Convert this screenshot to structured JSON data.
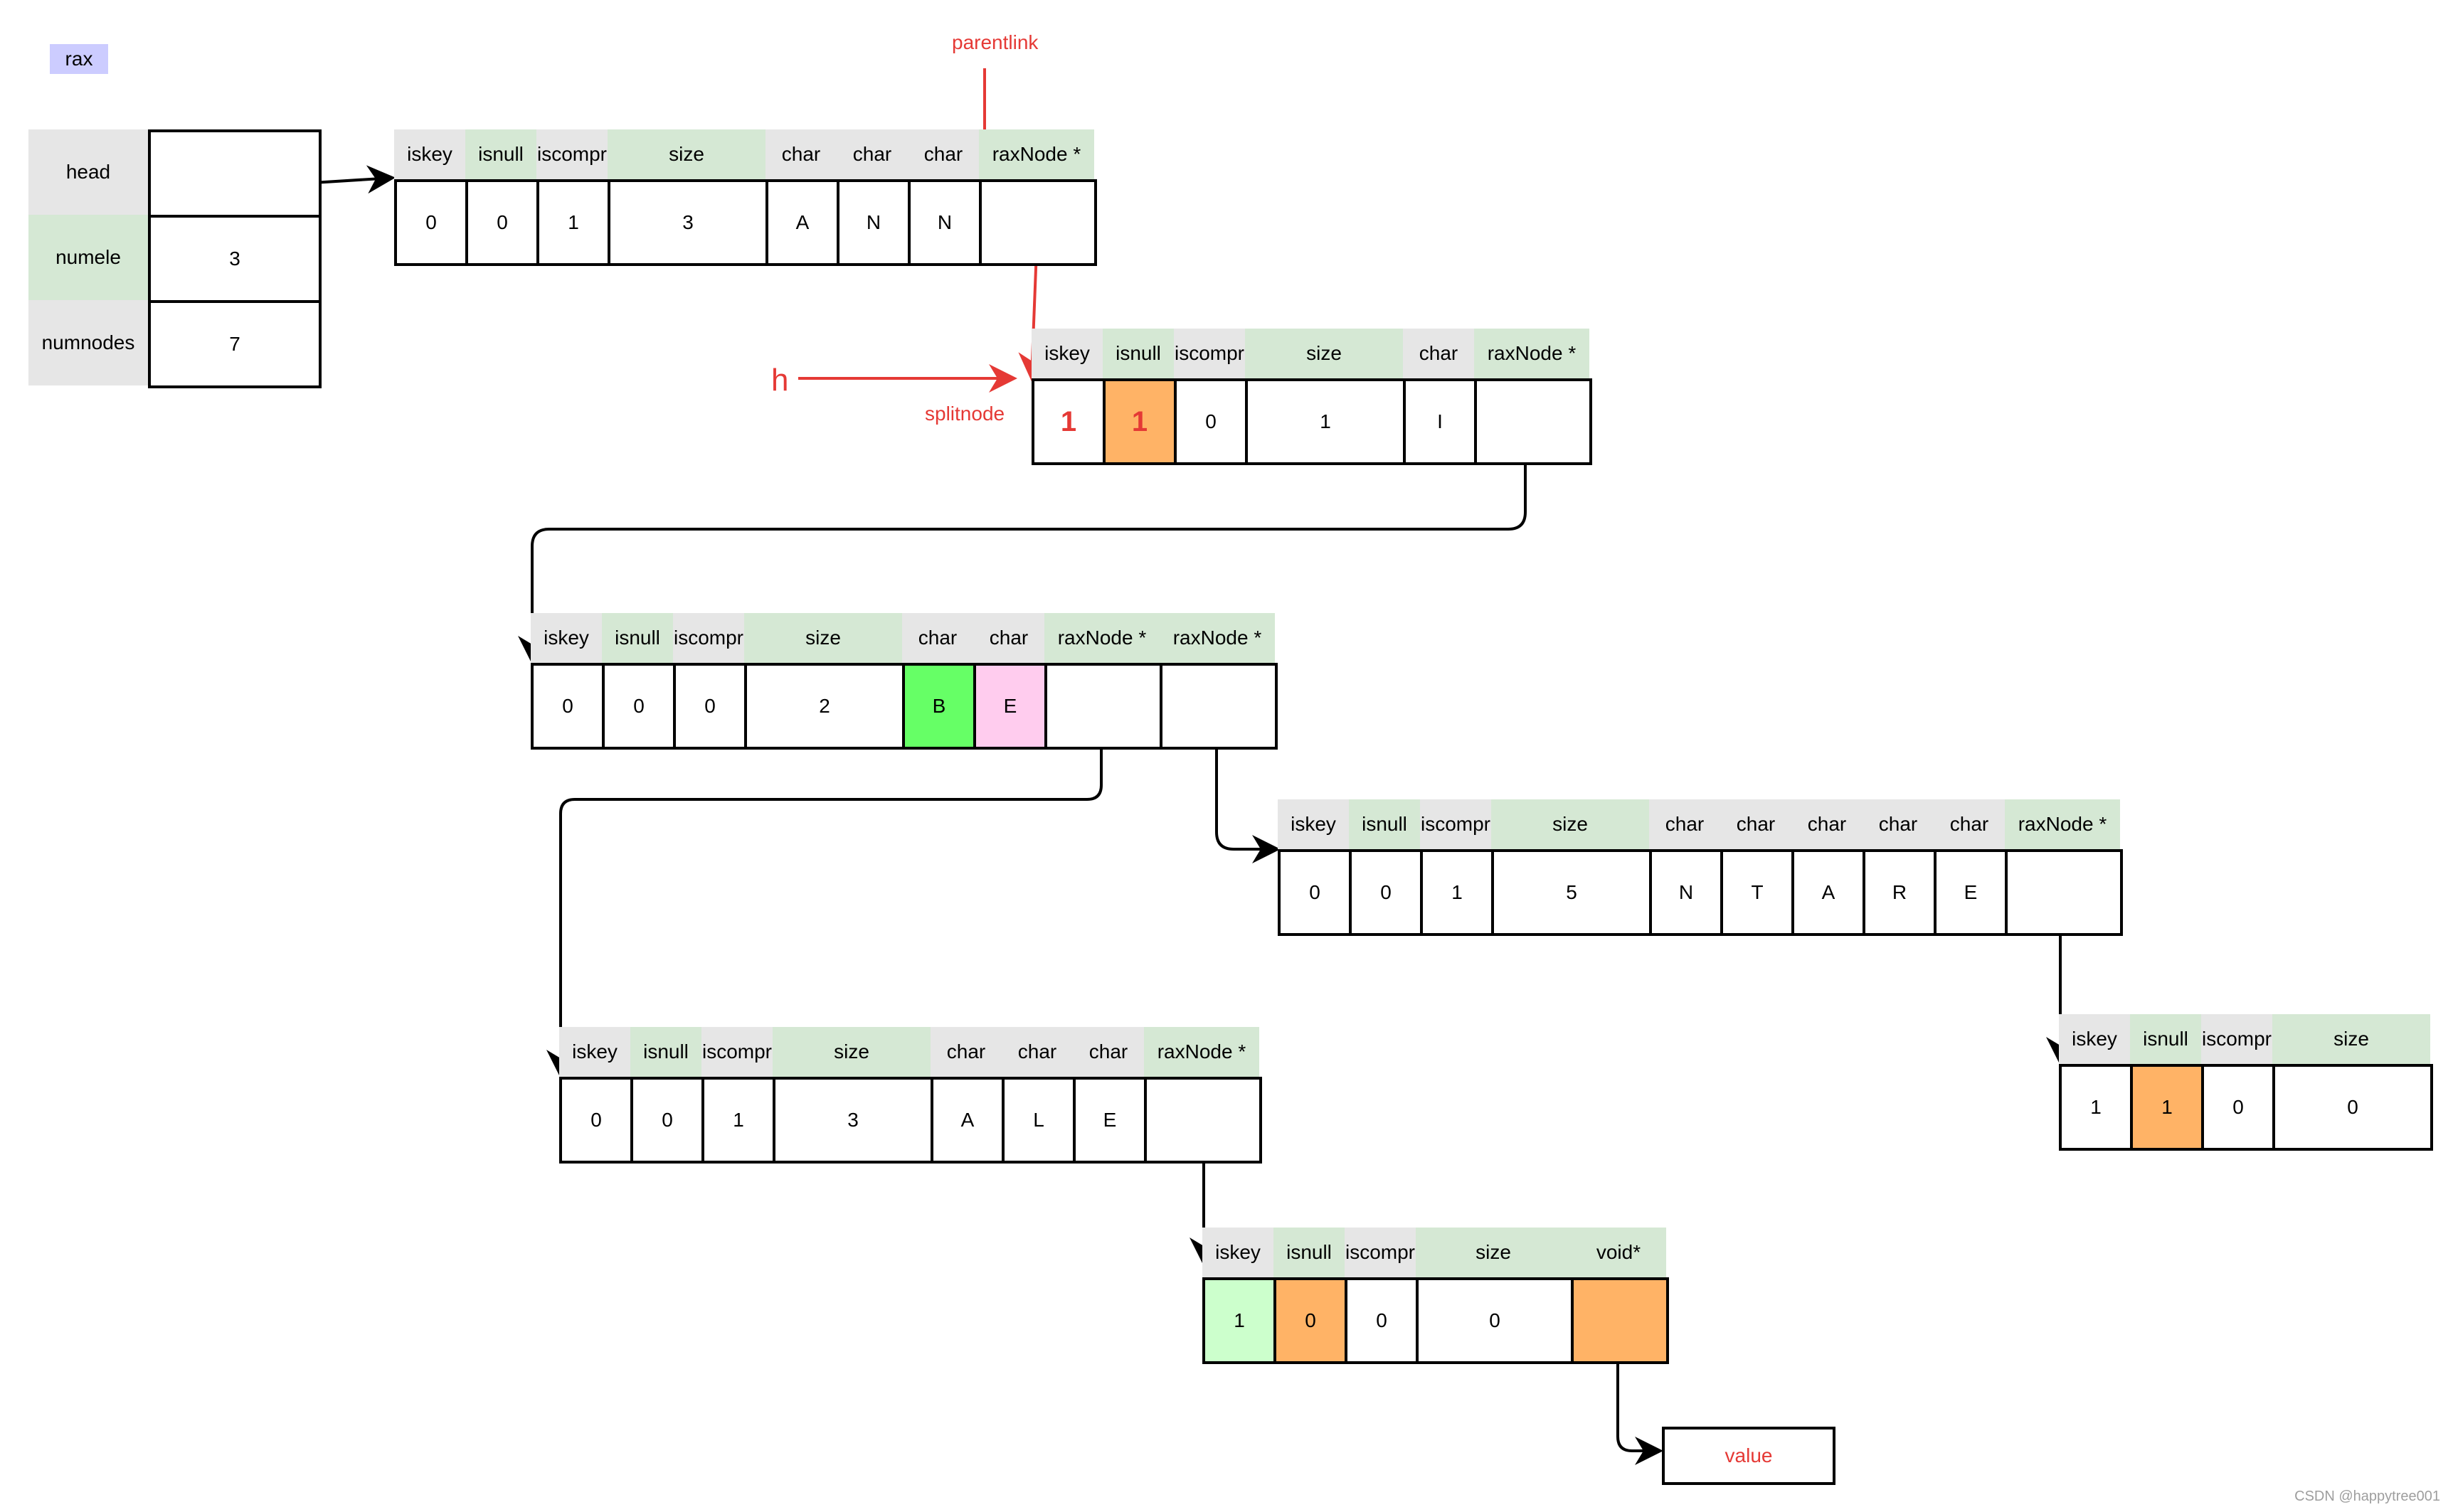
{
  "rax": {
    "title": "rax",
    "fields": [
      "head",
      "numele",
      "numnodes"
    ],
    "values": [
      "",
      "3",
      "7"
    ]
  },
  "annotations": {
    "parentlink": "parentlink",
    "h": "h",
    "splitnode": "splitnode",
    "value": "value",
    "watermark": "CSDN @happytree001"
  },
  "colors": {
    "header_gray": "#e6e6e6",
    "header_green": "#d5e8d4",
    "orange": "#ffb366",
    "bright_green": "#66ff66",
    "light_green": "#ccffcc",
    "pink": "#ffccee",
    "red_text": "#e53935"
  },
  "nodes": [
    {
      "id": "node-1",
      "headers": [
        "iskey",
        "isnull",
        "iscompr",
        "size",
        "char",
        "char",
        "char",
        "raxNode *"
      ],
      "values": [
        "0",
        "0",
        "1",
        "3",
        "A",
        "N",
        "N",
        ""
      ]
    },
    {
      "id": "node-2-splitnode",
      "headers": [
        "iskey",
        "isnull",
        "iscompr",
        "size",
        "char",
        "raxNode *"
      ],
      "values": [
        "1",
        "1",
        "0",
        "1",
        "I",
        ""
      ]
    },
    {
      "id": "node-3",
      "headers": [
        "iskey",
        "isnull",
        "iscompr",
        "size",
        "char",
        "char",
        "raxNode *",
        "raxNode *"
      ],
      "values": [
        "0",
        "0",
        "0",
        "2",
        "B",
        "E",
        "",
        ""
      ]
    },
    {
      "id": "node-4",
      "headers": [
        "iskey",
        "isnull",
        "iscompr",
        "size",
        "char",
        "char",
        "char",
        "char",
        "char",
        "raxNode *"
      ],
      "values": [
        "0",
        "0",
        "1",
        "5",
        "N",
        "T",
        "A",
        "R",
        "E",
        ""
      ]
    },
    {
      "id": "node-5",
      "headers": [
        "iskey",
        "isnull",
        "iscompr",
        "size",
        "char",
        "char",
        "char",
        "raxNode *"
      ],
      "values": [
        "0",
        "0",
        "1",
        "3",
        "A",
        "L",
        "E",
        ""
      ]
    },
    {
      "id": "node-6",
      "headers": [
        "iskey",
        "isnull",
        "iscompr",
        "size"
      ],
      "values": [
        "1",
        "1",
        "0",
        "0"
      ]
    },
    {
      "id": "node-7",
      "headers": [
        "iskey",
        "isnull",
        "iscompr",
        "size",
        "void*"
      ],
      "values": [
        "1",
        "0",
        "0",
        "0",
        ""
      ]
    }
  ]
}
